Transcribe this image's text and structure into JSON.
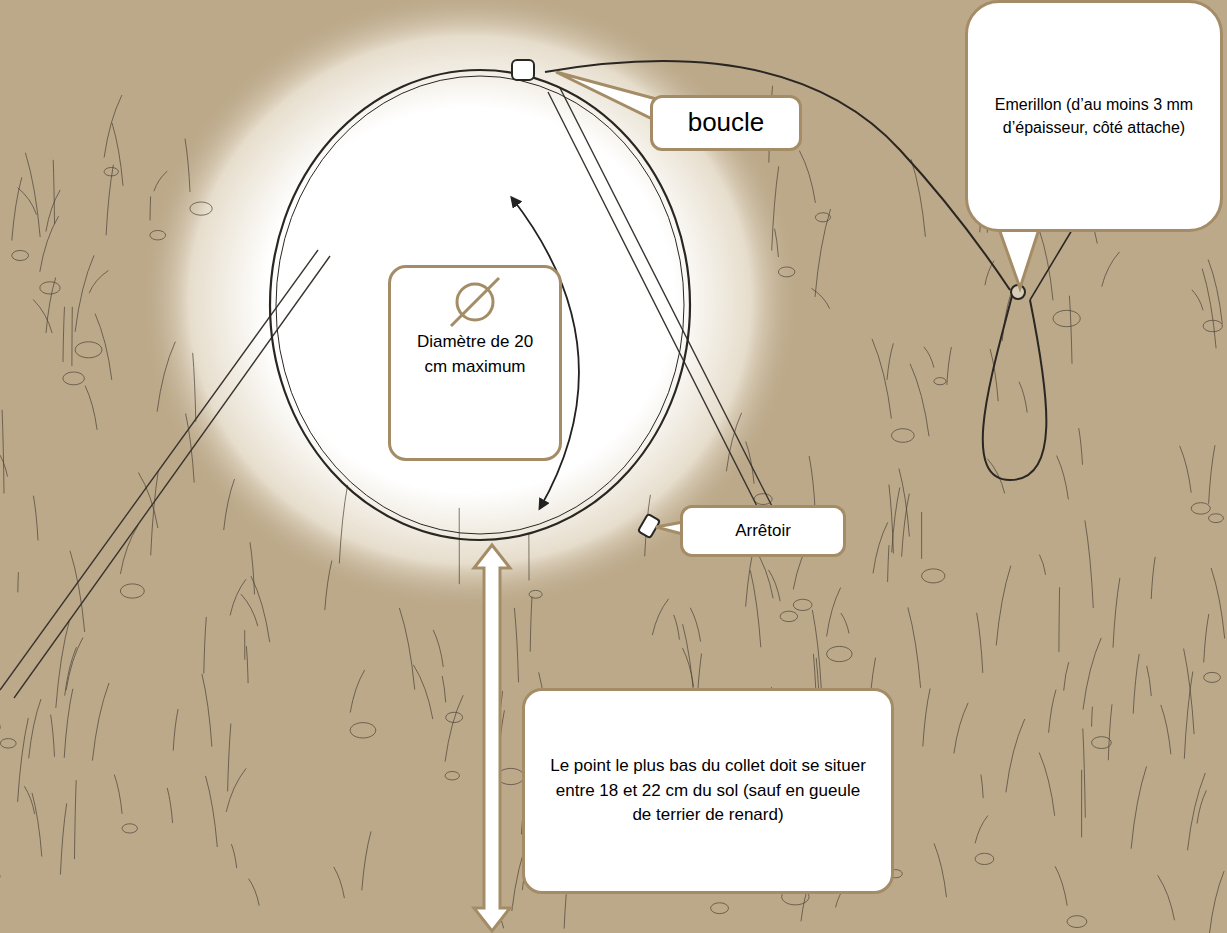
{
  "diagram": {
    "nodes": [
      {
        "text": [
          "Emerillon (d’au moins 3 mm d’épaisseur, côté attache)"
        ]
      },
      {
        "text": [
          "boucle"
        ]
      },
      {
        "text": [
          "Diamètre de 20 cm maximum"
        ]
      },
      {
        "text": [
          "Arrêtoir"
        ]
      },
      {
        "text": [
          "Le point le plus bas du collet doit se situer entre 18 et 22 cm du sol (sauf en gueule de terrier de renard)"
        ]
      }
    ]
  }
}
